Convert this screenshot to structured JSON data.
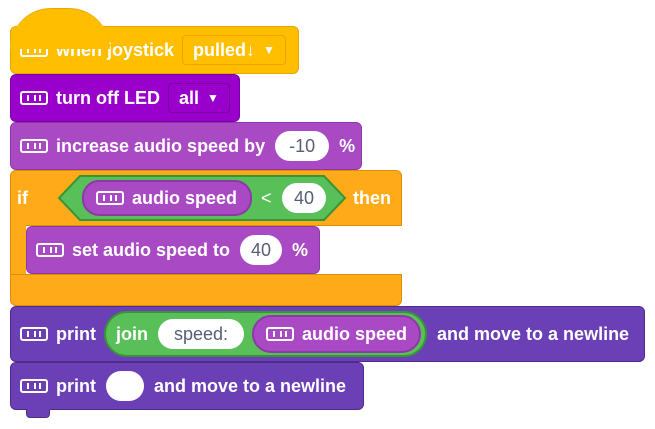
{
  "colors": {
    "events": "#ffbf00",
    "events_dark": "#e6a800",
    "light": "#9900cc",
    "audio": "#a94ac4",
    "audio_dark": "#8d38a6",
    "control": "#ffab19",
    "control_dark": "#e08e00",
    "operator": "#59c059",
    "operator_dark": "#389438",
    "looks": "#6b3fb5",
    "looks_dark": "#4e2d8a"
  },
  "icons": {
    "extension": "device-extension-icon"
  },
  "hat": {
    "label": "when joystick",
    "dropdown": "pulled↓"
  },
  "led": {
    "label": "turn off LED",
    "dropdown": "all"
  },
  "increase": {
    "label": "increase audio speed by",
    "value": "-10",
    "unit": "%"
  },
  "ifblock": {
    "if_label": "if",
    "reporter_label": "audio speed",
    "operator": "<",
    "value": "40",
    "then_label": "then"
  },
  "setspeed": {
    "label": "set audio speed to",
    "value": "40",
    "unit": "%"
  },
  "print1": {
    "label": "print",
    "join_label": "join",
    "join_text": "speed:",
    "reporter_label": "audio speed",
    "suffix": "and move to a newline"
  },
  "print2": {
    "label": "print",
    "value": "",
    "suffix": "and move to a newline"
  }
}
